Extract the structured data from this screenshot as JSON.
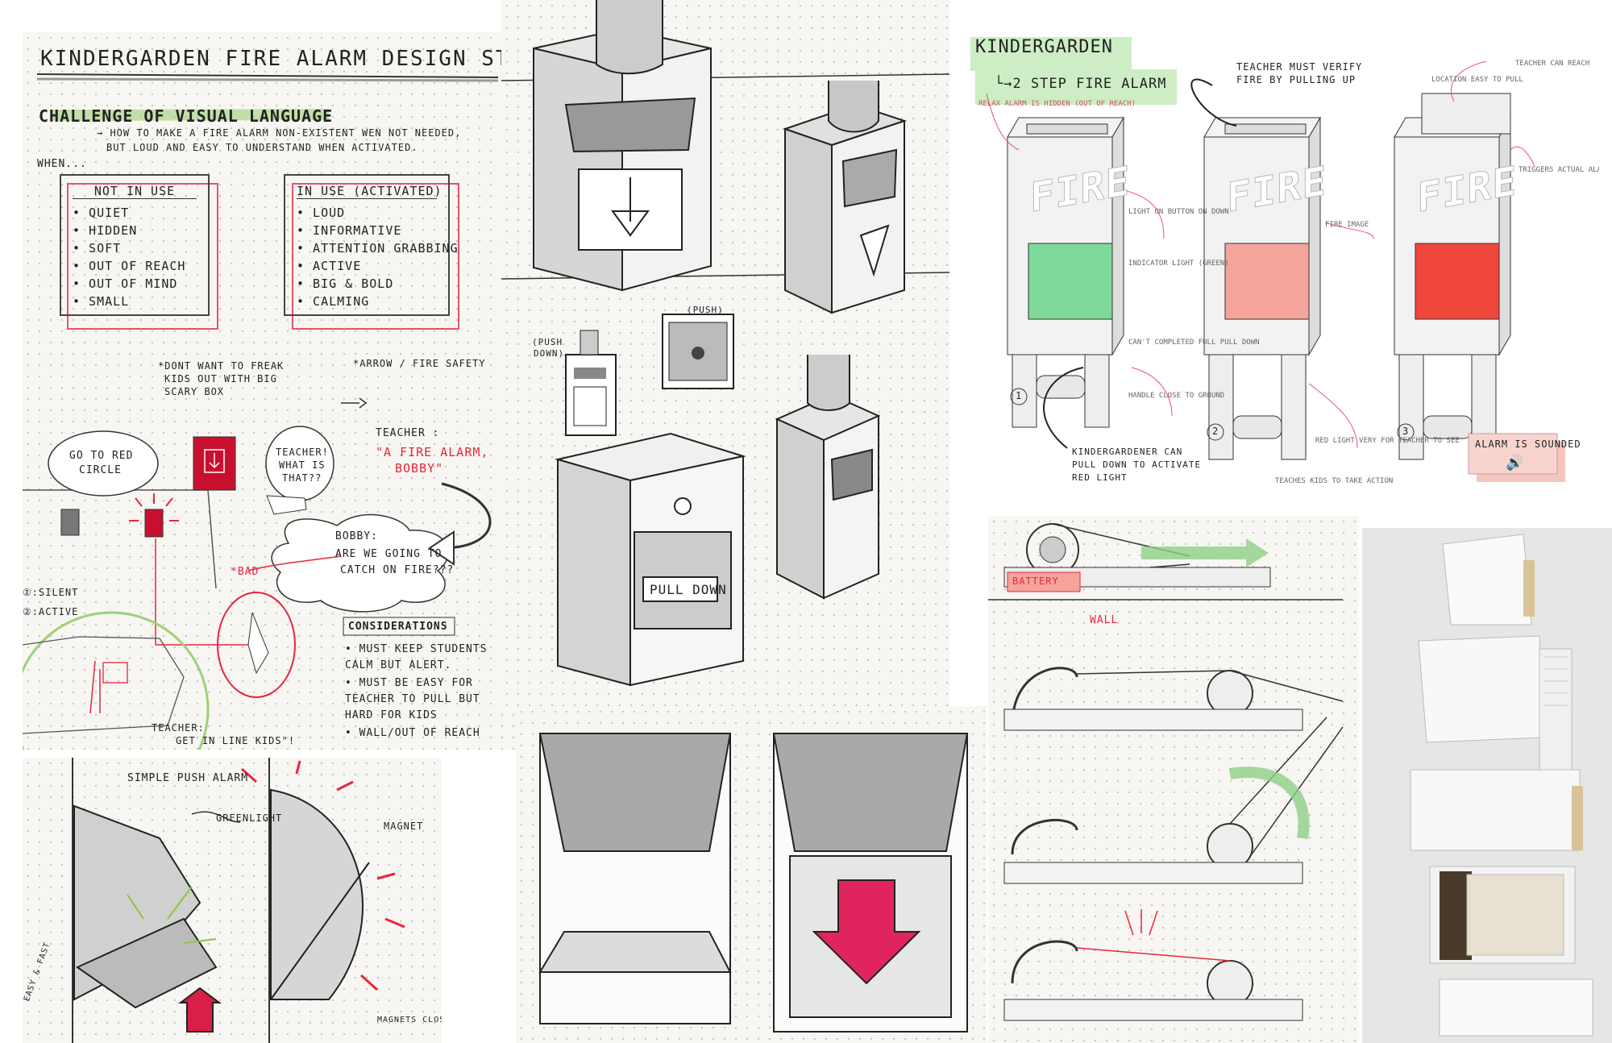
{
  "statement": {
    "title": "KINDERGARDEN FIRE ALARM DESIGN STATEMENT",
    "challenge": "CHALLENGE OF VISUAL LANGUAGE",
    "question_line1": "→ HOW TO MAKE A FIRE ALARM NON-EXISTENT WEN NOT NEEDED,",
    "question_line2": "BUT LOUD AND EASY TO UNDERSTAND WHEN ACTIVATED.",
    "when": "WHEN...",
    "not_in_use": {
      "heading": "NOT IN USE",
      "items": [
        "• QUIET",
        "• HIDDEN",
        "• SOFT",
        "• OUT OF REACH",
        "• OUT OF MIND",
        "• SMALL"
      ]
    },
    "in_use": {
      "heading": "IN USE (ACTIVATED)",
      "items": [
        "• LOUD",
        "• INFORMATIVE",
        "• ATTENTION GRABBING",
        "• ACTIVE",
        "• BIG & BOLD",
        "• CALMING"
      ]
    },
    "dont_want_1": "*DONT WANT TO FREAK",
    "dont_want_2": "KIDS OUT WITH BIG",
    "dont_want_3": "SCARY BOX",
    "arrow_note": "*ARROW / FIRE SAFETY",
    "go_to_red_1": "GO TO RED",
    "go_to_red_2": "CIRCLE",
    "teacher_q1": "TEACHER!",
    "teacher_q2": "WHAT IS",
    "teacher_q3": "THAT??",
    "teacher_label": "TEACHER :",
    "teacher_answer_1": "\"A FIRE ALARM,",
    "teacher_answer_2": "BOBBY\"",
    "bobby_label": "BOBBY:",
    "bobby_q1": "ARE WE GOING TO",
    "bobby_q2": "CATCH ON FIRE???",
    "bad": "*BAD",
    "silent": "①:SILENT",
    "active": "②:ACTIVE",
    "considerations": "CONSIDERATIONS",
    "considerations_items": [
      "• MUST KEEP STUDENTS CALM BUT ALERT.",
      "• MUST BE EASY FOR TEACHER TO PULL BUT HARD FOR KIDS",
      "• WALL/OUT OF REACH"
    ],
    "teacher_line_1": "TEACHER:",
    "teacher_line_2": "GET IN LINE KIDS\"!"
  },
  "sketches": {
    "push": "(PUSH)",
    "push_down_1": "(PUSH",
    "push_down_2": "DOWN)",
    "pull_down": "PULL DOWN"
  },
  "simple_push": {
    "title": "SIMPLE PUSH ALARM",
    "greenlight": "GREENLIGHT",
    "magnet": "MAGNET",
    "easy_fast": "EASY & FAST",
    "magnets": "MAGNETS CLOSE W"
  },
  "render": {
    "title_1": "KINDERGARDEN",
    "title_2": "└→2 STEP FIRE ALARM",
    "teacher_verify_1": "TEACHER MUST VERIFY",
    "teacher_verify_2": "FIRE BY PULLING UP",
    "fire": "FIRE",
    "step_1": "1",
    "step_2": "2",
    "step_3": "3",
    "kinder_pull_1": "KINDERGARDENER CAN",
    "kinder_pull_2": "PULL DOWN TO ACTIVATE",
    "kinder_pull_3": "RED LIGHT",
    "alarm_sounded": "ALARM IS SOUNDED",
    "speaker_icon": "speaker-icon",
    "notes": [
      "RELAX ALARM IS HIDDEN (OUT OF REACH)",
      "LIGHT ON BUTTON ON DOWN",
      "INDICATOR LIGHT (GREEN)",
      "CAN'T COMPLETED FULL PULL DOWN",
      "HANDLE CLOSE TO GROUND",
      "FIRE IMAGE",
      "RED LIGHT VERY FOR TEACHER TO SEE",
      "TEACHES KIDS TO TAKE ACTION",
      "LOCATION EASY TO PULL",
      "TEACHER CAN REACH",
      "TRIGGERS ACTUAL ALARM"
    ],
    "colors": {
      "green": "#7fd99a",
      "pink": "#f4a49a",
      "red": "#f0473d"
    }
  },
  "mechanism": {
    "battery": "BATTERY",
    "wall": "WALL"
  }
}
